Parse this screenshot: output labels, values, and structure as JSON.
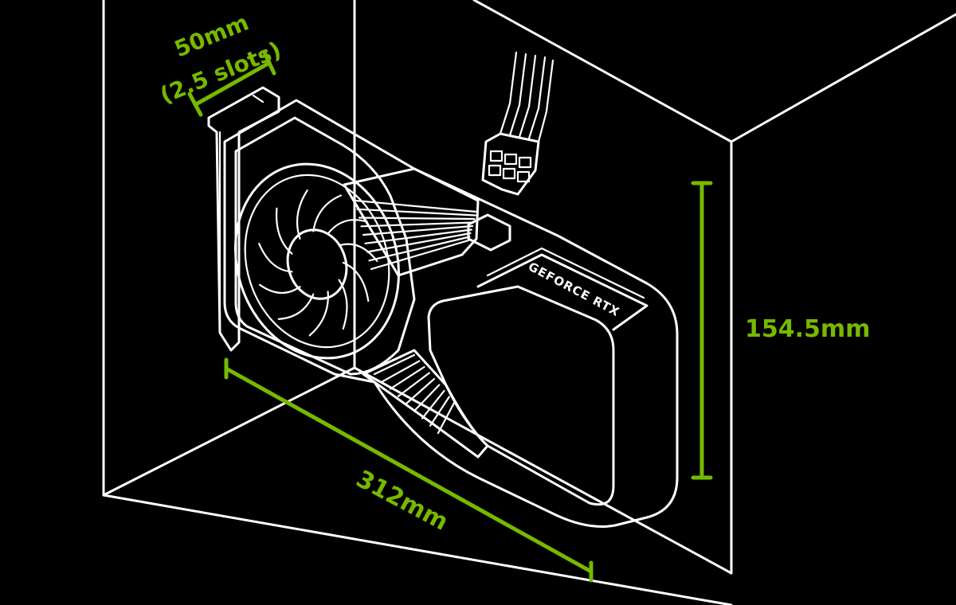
{
  "diagram": {
    "card_brand": "GEFORCE RTX",
    "dimensions": {
      "thickness": {
        "line1": "50mm",
        "line2": "(2.5 slots)"
      },
      "length": "312mm",
      "height": "154.5mm"
    }
  },
  "colors": {
    "background": "#000000",
    "line_art": "#ffffff",
    "dimension": "#76b900"
  }
}
